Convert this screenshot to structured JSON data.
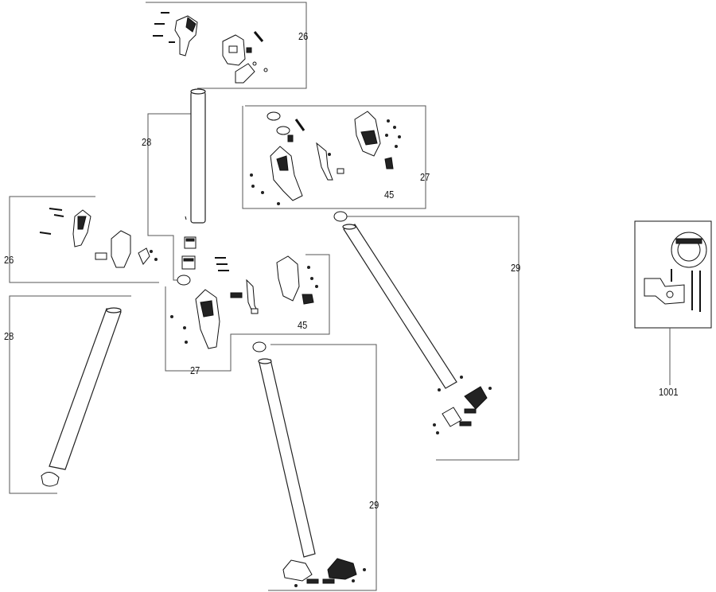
{
  "callouts": {
    "c26_top": "26",
    "c26_left": "26",
    "c28_mid": "28",
    "c28_left": "28",
    "c27_right": "27",
    "c27_mid": "27",
    "c45_right": "45",
    "c45_mid": "45",
    "c29_right": "29",
    "c29_bottom": "29",
    "c1001": "1001"
  }
}
